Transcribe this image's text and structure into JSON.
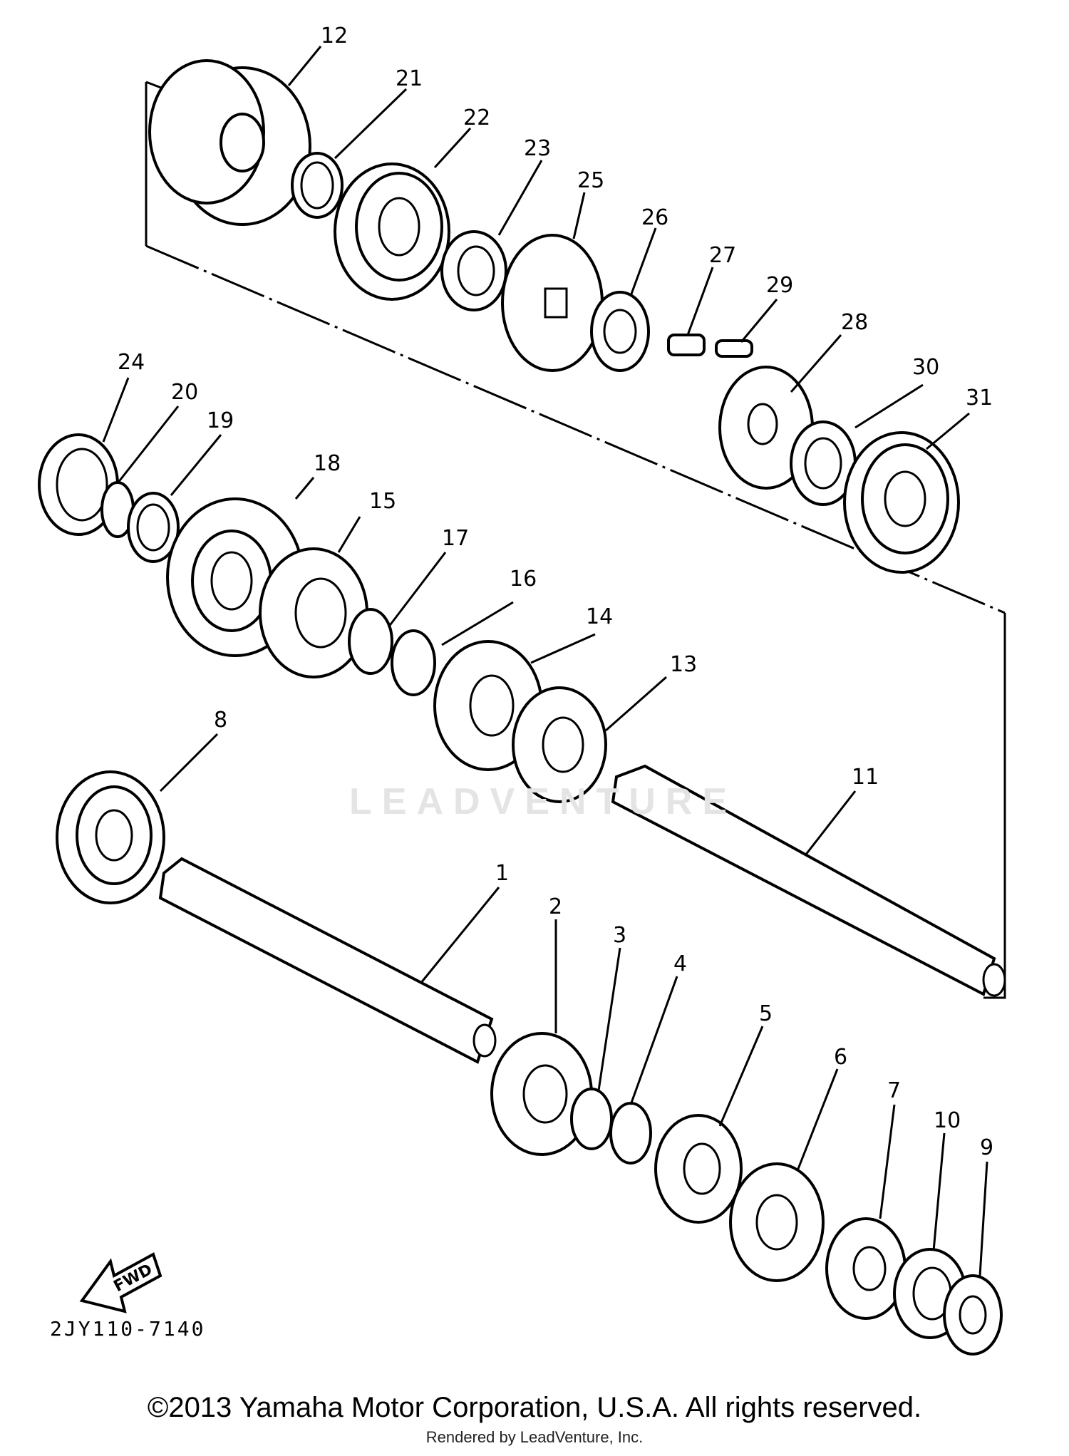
{
  "diagram": {
    "callouts": [
      "1",
      "2",
      "3",
      "4",
      "5",
      "6",
      "7",
      "8",
      "9",
      "10",
      "11",
      "12",
      "13",
      "14",
      "15",
      "16",
      "17",
      "18",
      "19",
      "20",
      "21",
      "22",
      "23",
      "24",
      "25",
      "26",
      "27",
      "28",
      "29",
      "30",
      "31"
    ],
    "fwd_label": "FWD",
    "code": "2JY110-7140"
  },
  "watermark": "LEADVENTURE",
  "footer": {
    "copyright": "©2013 Yamaha Motor Corporation, U.S.A. All rights reserved.",
    "rendered_by": "Rendered by LeadVenture, Inc."
  }
}
